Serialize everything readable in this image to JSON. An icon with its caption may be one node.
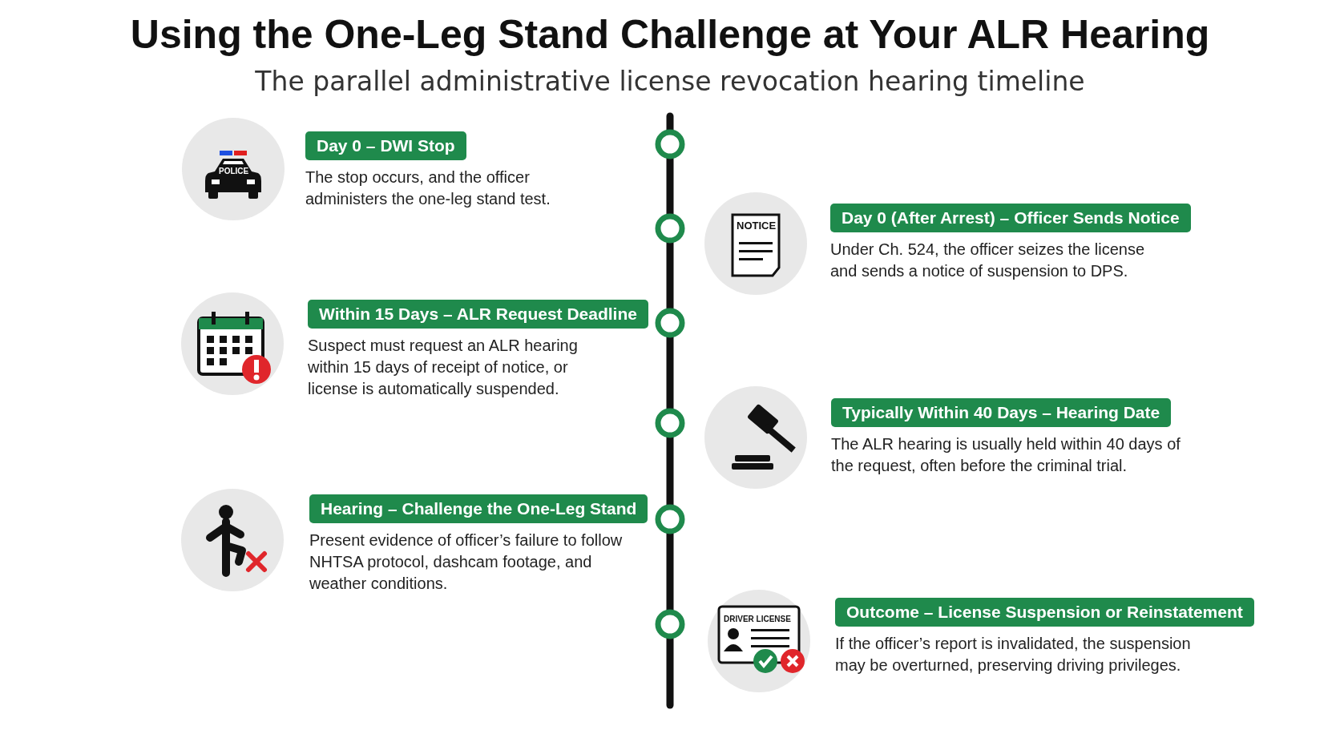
{
  "diagram": {
    "title": "Using the One-Leg Stand Challenge at Your ALR Hearing",
    "caption": "The parallel administrative license revocation hearing timeline",
    "nodes": [
      {
        "text": [
          "Day 0 – DWI Stop",
          "The stop occurs, and the officer administers the one-leg stand test."
        ]
      },
      {
        "text": [
          "Day 0 (After Arrest) – Officer Sends Notice",
          "Under Ch. 524, the officer seizes the license and sends a notice of suspension to DPS."
        ]
      },
      {
        "text": [
          "Within 15 Days – ALR Request Deadline",
          "Suspect must request an ALR hearing within 15 days of receipt of notice, or license is automatically suspended."
        ]
      },
      {
        "text": [
          "Typically Within 40 Days – Hearing Date",
          "The ALR hearing is usually held within 40 days of the request, often before the criminal trial."
        ]
      },
      {
        "text": [
          "Hearing – Challenge the One-Leg Stand",
          "Present evidence of officer’s failure to follow NHTSA protocol, dashcam footage, and weather conditions."
        ]
      },
      {
        "text": [
          "Outcome – License Suspension or Reinstatement",
          "If the officer’s report is invalidated, the suspension may be overturned, preserving driving privileges."
        ]
      }
    ],
    "edges": [],
    "labels": [
      "POLICE",
      "NOTICE",
      "DRIVER LICENSE"
    ]
  }
}
